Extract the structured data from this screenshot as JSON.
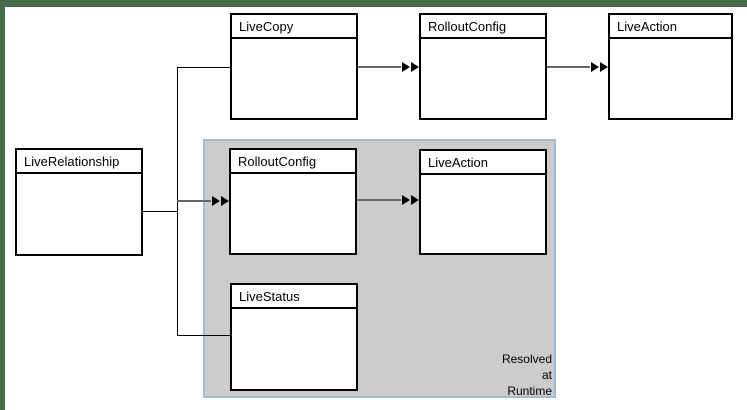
{
  "nodes": {
    "live_copy": {
      "label": "LiveCopy"
    },
    "rollout_config_top": {
      "label": "RolloutConfig"
    },
    "live_action_top": {
      "label": "LiveAction"
    },
    "live_relationship": {
      "label": "LiveRelationship"
    },
    "rollout_config_runtime": {
      "label": "RolloutConfig"
    },
    "live_action_runtime": {
      "label": "LiveAction"
    },
    "live_status": {
      "label": "LiveStatus"
    }
  },
  "runtime_group": {
    "note_lines": [
      "Resolved",
      "at",
      "Runtime"
    ]
  },
  "colors": {
    "frame_green": "#456b4d",
    "group_fill": "#cccccc",
    "group_border": "#a3bbd4",
    "box_fill": "#ffffff",
    "box_border": "#000000",
    "arrow_line": "#666666",
    "arrow_head": "#000000"
  }
}
